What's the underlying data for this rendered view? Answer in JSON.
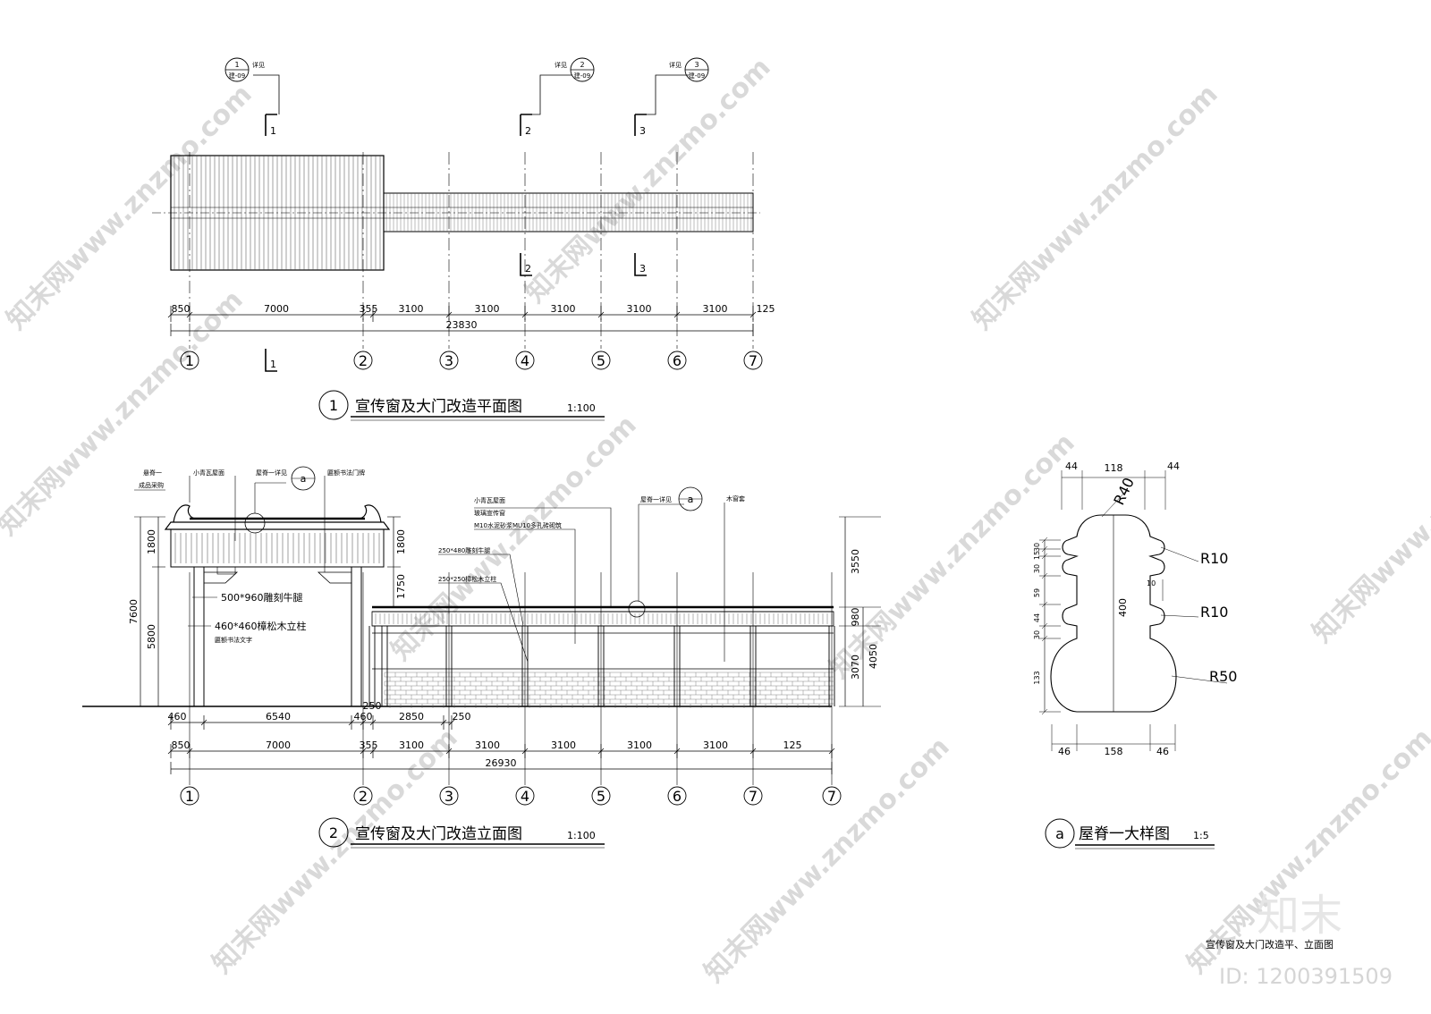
{
  "titles": {
    "plan": "宣传窗及大门改造平面图",
    "plan_no": "1",
    "plan_scale": "1:100",
    "elevation": "宣传窗及大门改造立面图",
    "elevation_no": "2",
    "elevation_scale": "1:100",
    "detail": "屋脊一大样图",
    "detail_no": "a",
    "detail_scale": "1:5"
  },
  "section_marks": {
    "s1": "1",
    "s2": "2",
    "s3": "3",
    "see": "详见",
    "sheet": "建-09"
  },
  "plan_dims": {
    "segments": [
      "850",
      "7000",
      "355",
      "3100",
      "3100",
      "3100",
      "3100",
      "3100",
      "125"
    ],
    "total": "23830"
  },
  "axes_plan": [
    "1",
    "2",
    "3",
    "4",
    "5",
    "6",
    "7"
  ],
  "elev_dims": {
    "segments": [
      "850",
      "7000",
      "355",
      "3100",
      "3100",
      "3100",
      "3100",
      "3100",
      "125"
    ],
    "total": "26930",
    "sub": [
      "460",
      "6540",
      "460",
      "250",
      "2850",
      "250"
    ],
    "left_heights": [
      "1800",
      "7600",
      "5800"
    ],
    "mid_height": [
      "1800",
      "1750"
    ],
    "right_heights": [
      "3550",
      "980",
      "4050",
      "3070"
    ]
  },
  "axes_elev": [
    "1",
    "2",
    "3",
    "4",
    "5",
    "6",
    "7",
    "7"
  ],
  "elev_notes": {
    "n1": "悬脊一",
    "n1b": "成品采购",
    "n2": "小青瓦屋面",
    "n3": "屋脊一详见",
    "n4": "匾额书法门牌",
    "n5": "小青瓦屋面",
    "n6": "玻璃宣传窗",
    "n7": "M10水泥砂浆MU10多孔砖砌筑",
    "n8": "250*480雕刻牛腿",
    "n9": "250*250樟松木立柱",
    "n10": "屋脊一详见",
    "n11": "木窗套",
    "n12": "500*960雕刻牛腿",
    "n13": "460*460樟松木立柱",
    "n14": "匾额书法文字",
    "ref_a": "a"
  },
  "detail_dims": {
    "top": [
      "44",
      "118",
      "44"
    ],
    "bottom": [
      "46",
      "158",
      "46"
    ],
    "left": [
      "30",
      "15",
      "30",
      "59",
      "44",
      "30",
      "133"
    ],
    "height": "400",
    "radii": [
      "R40",
      "R10",
      "R10",
      "R50"
    ],
    "gap": "10"
  },
  "footer": {
    "sheet_title": "宣传窗及大门改造平、立面图",
    "brand": "知末",
    "id": "ID: 1200391509",
    "watermark": "知末网www.znzmo.com"
  }
}
